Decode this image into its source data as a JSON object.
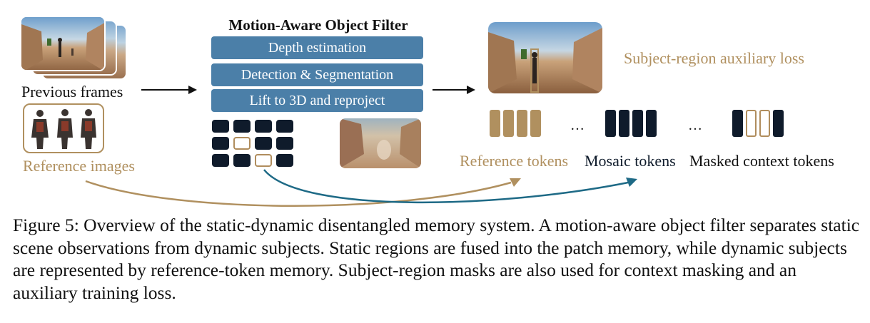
{
  "diagram": {
    "inputs": {
      "previous_frames_label": "Previous frames",
      "reference_images_label": "Reference images"
    },
    "filter": {
      "title": "Motion-Aware Object Filter",
      "steps": [
        "Depth estimation",
        "Detection & Segmentation",
        "Lift to 3D and reproject"
      ]
    },
    "output": {
      "aux_loss_label": "Subject-region auxiliary loss",
      "ellipsis": "…",
      "token_groups": {
        "reference": "Reference tokens",
        "mosaic": "Mosaic tokens",
        "masked": "Masked context tokens"
      }
    },
    "colors": {
      "filter_blue": "#4b7fa8",
      "gold": "#b0905f",
      "navy": "#0f1b2b",
      "teal_arrow": "#1e6a86"
    }
  },
  "caption": "Figure 5: Overview of the static-dynamic disentangled memory system. A motion-aware object filter separates static scene observations from dynamic subjects. Static regions are fused into the patch memory, while dynamic subjects are represented by reference-token memory. Subject-region masks are also used for context masking and an auxiliary training loss."
}
